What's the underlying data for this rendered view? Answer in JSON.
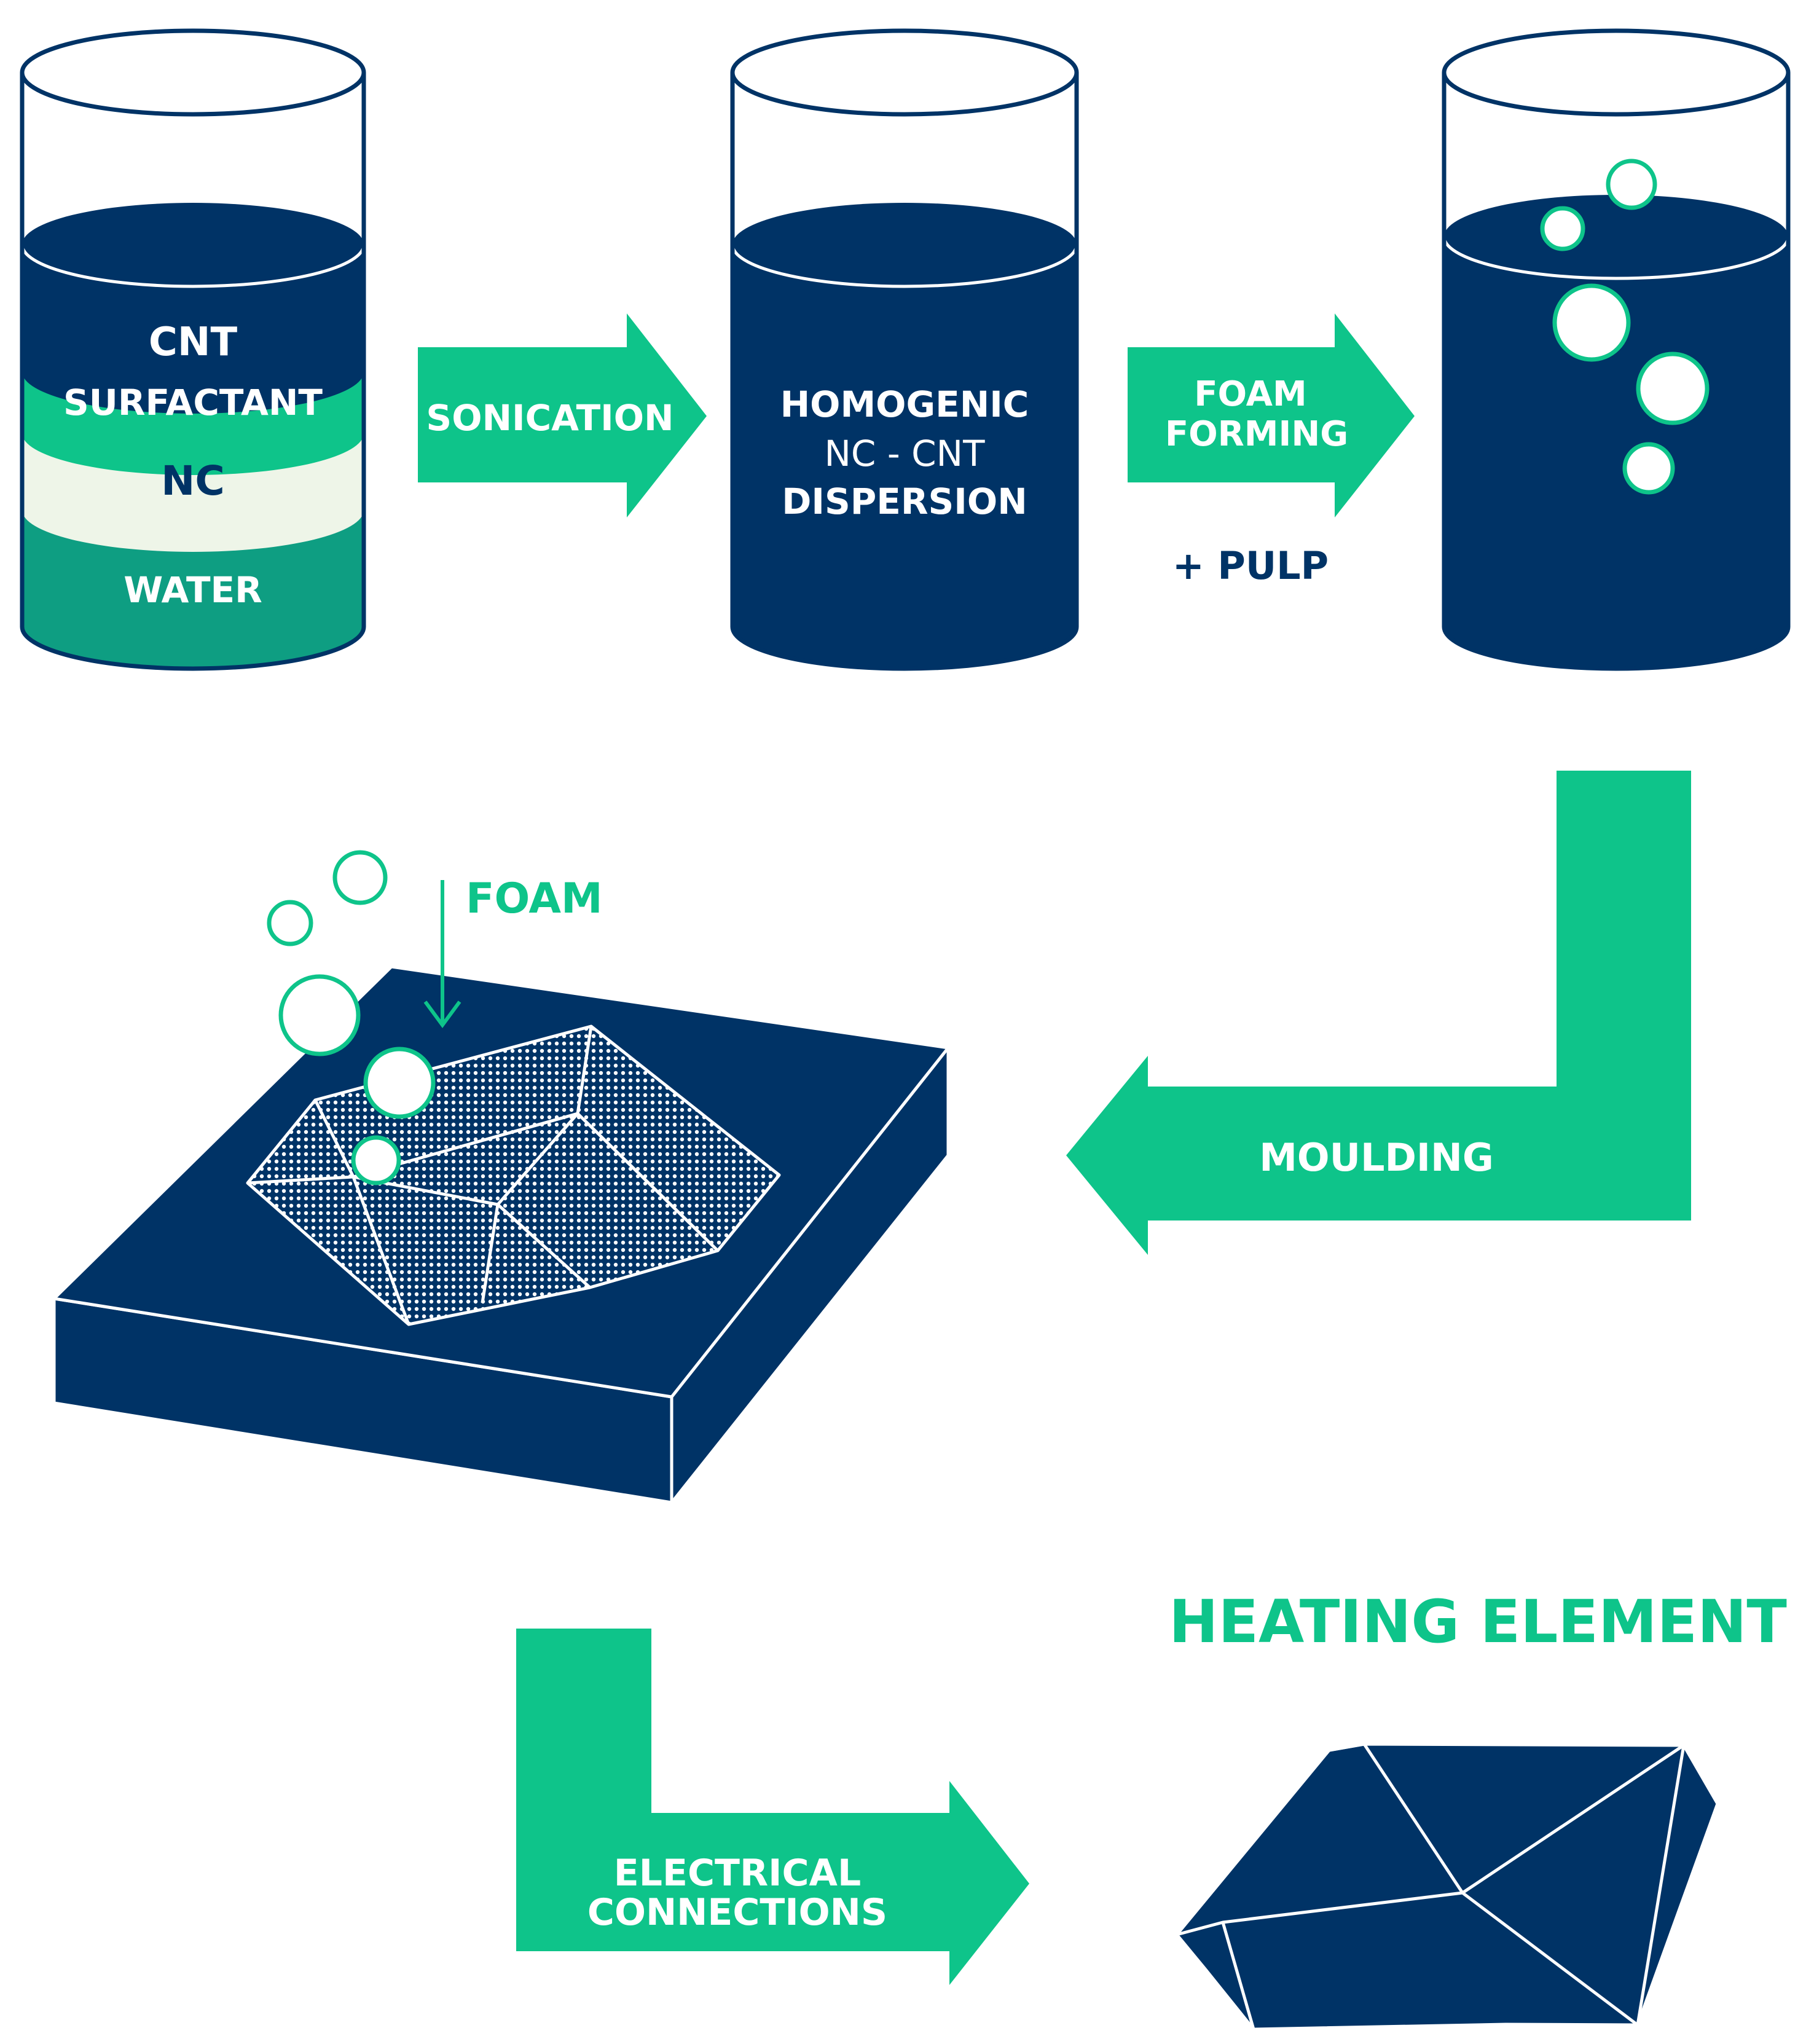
{
  "colors": {
    "navy": "#003366",
    "green": "#0EC48A",
    "teal": "#0E9E82",
    "pale": "#EEF5E8",
    "white": "#FFFFFF"
  },
  "beaker1": {
    "layers": [
      "CNT",
      "SURFACTANT",
      "NC",
      "WATER"
    ]
  },
  "steps": {
    "sonication": "SONICATION",
    "foam_forming_line1": "FOAM",
    "foam_forming_line2": "FORMING",
    "pulp": "+ PULP",
    "moulding": "MOULDING",
    "electrical_line1": "ELECTRICAL",
    "electrical_line2": "CONNECTIONS"
  },
  "beaker2": {
    "lines": [
      "HOMOGENIC",
      "NC - CNT",
      "DISPERSION"
    ]
  },
  "mould": {
    "foam_label": "FOAM"
  },
  "result": {
    "title": "HEATING ELEMENT"
  },
  "icons": [
    "beaker-icon",
    "bubble-icon",
    "mould-icon",
    "heating-element-icon",
    "arrow-icon"
  ]
}
